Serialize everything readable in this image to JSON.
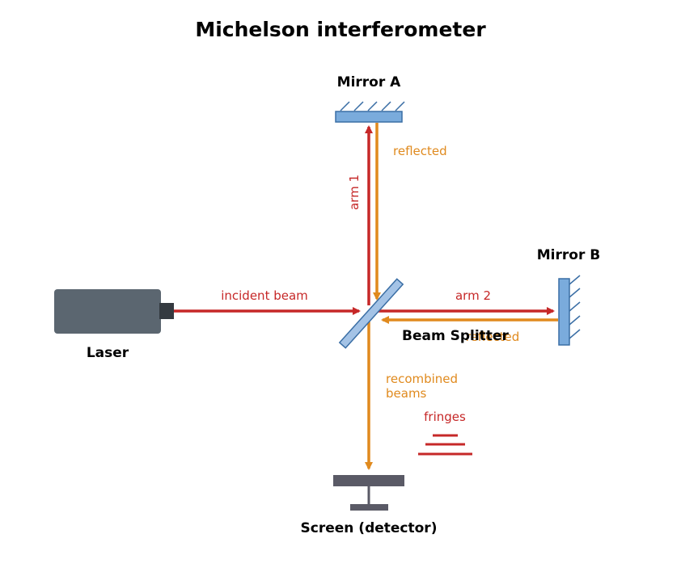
{
  "title": "Michelson interferometer",
  "components": {
    "laser": "Laser",
    "mirror_a": "Mirror A",
    "mirror_b": "Mirror B",
    "beam_splitter": "Beam Splitter",
    "screen": "Screen (detector)"
  },
  "beams": {
    "incident": "incident beam",
    "arm1": "arm 1",
    "arm2": "arm 2",
    "reflected_a": "reflected",
    "reflected_b": "reflected",
    "recombined_line1": "recombined",
    "recombined_line2": "beams",
    "fringes": "fringes"
  },
  "colors": {
    "incident_beam": "#c62828",
    "return_beam": "#e08a1e",
    "mirror_fill": "#7aabdc",
    "mirror_edge": "#3a6ea5",
    "laser_body": "#5b6670",
    "screen": "#5a5a66"
  }
}
